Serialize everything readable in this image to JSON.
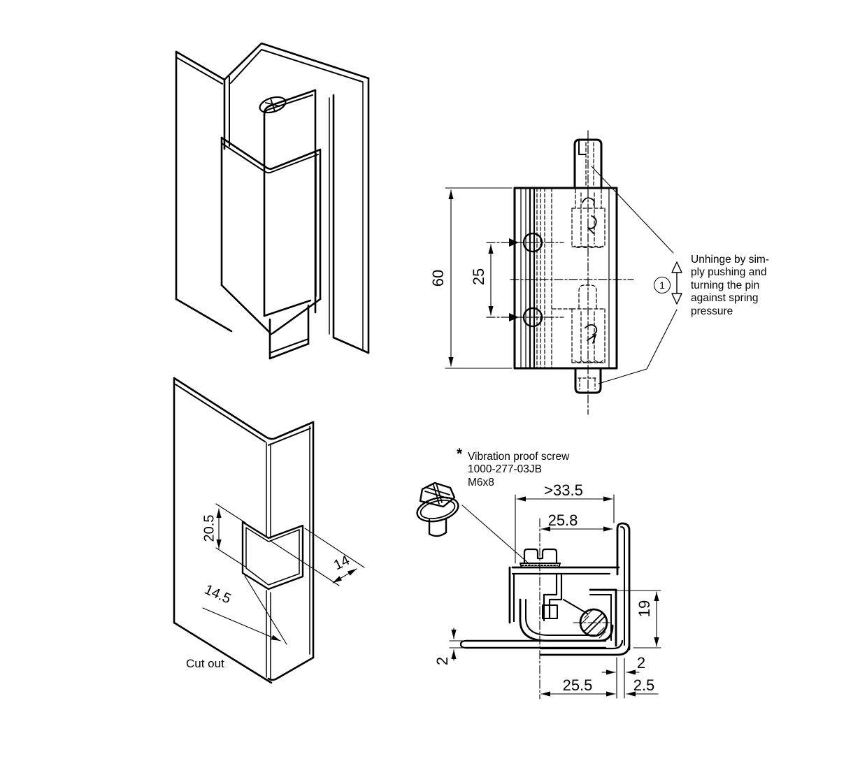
{
  "colors": {
    "line": "#000000",
    "background": "#ffffff"
  },
  "front_view": {
    "dim_height": "60",
    "dim_hole_pitch": "25",
    "callout_ref": "1",
    "note_lines": [
      "Unhinge by sim-",
      "ply pushing and",
      "turning the pin",
      "against spring",
      "pressure"
    ]
  },
  "cutout_view": {
    "label": "Cut out",
    "dim_height": "20.5",
    "dim_width": "14",
    "dim_offset": "14.5"
  },
  "section_view": {
    "screw_note_star": "*",
    "screw_note_lines": [
      "Vibration proof screw",
      "1000-277-03JB",
      "M6x8"
    ],
    "dim_min_width": ">33.5",
    "dim_screw_offset": "25.8",
    "dim_leaf_height": "19",
    "dim_frame_thickness": "2",
    "dim_door_thickness": "2",
    "dim_depth": "25.5",
    "dim_gap": "2.5"
  }
}
